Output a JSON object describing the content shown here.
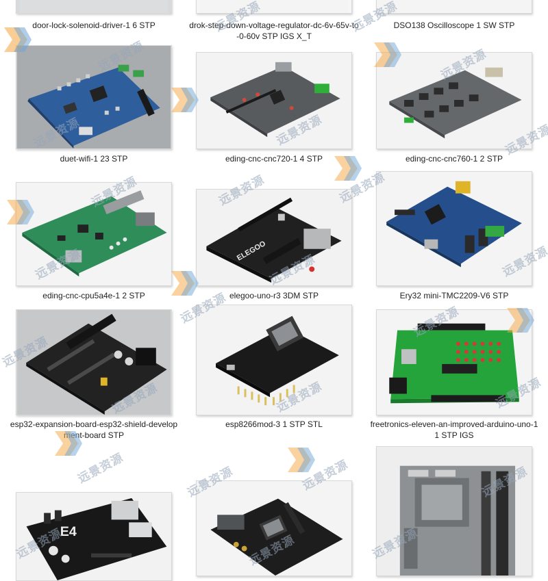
{
  "gallery": {
    "items": [
      {
        "caption": "door-lock-solenoid-driver-1 6 STP"
      },
      {
        "caption": "drok-step-down-voltage-regulator-dc-6v-65v-to-0-60v STP IGS X_T"
      },
      {
        "caption": "DSO138 Oscilloscope 1 SW STP"
      },
      {
        "caption": "duet-wifi-1 23 STP"
      },
      {
        "caption": "eding-cnc-cnc720-1 4 STP"
      },
      {
        "caption": "eding-cnc-cnc760-1 2 STP"
      },
      {
        "caption": "eding-cnc-cpu5a4e-1 2 STP"
      },
      {
        "caption": "elegoo-uno-r3 3DM STP"
      },
      {
        "caption": "Ery32 mini-TMC2209-V6 STP"
      },
      {
        "caption": "esp32-expansion-board-esp32-shield-development-board STP"
      },
      {
        "caption": "esp8266mod-3 1 STP STL"
      },
      {
        "caption": "freetronics-eleven-an-improved-arduino-uno-1 1 STP IGS"
      }
    ],
    "board_labels": {
      "elegoo": "ELEGOO",
      "e4": "E4"
    }
  },
  "watermark": {
    "text": "远景资源"
  },
  "colors": {
    "board_blue": "#2f5e9c",
    "board_green": "#2e8b3e",
    "board_black": "#1e1e1e",
    "board_gray": "#8a8d90",
    "watermark_orange": "#f4a640",
    "watermark_blue": "#6fa6d8"
  }
}
